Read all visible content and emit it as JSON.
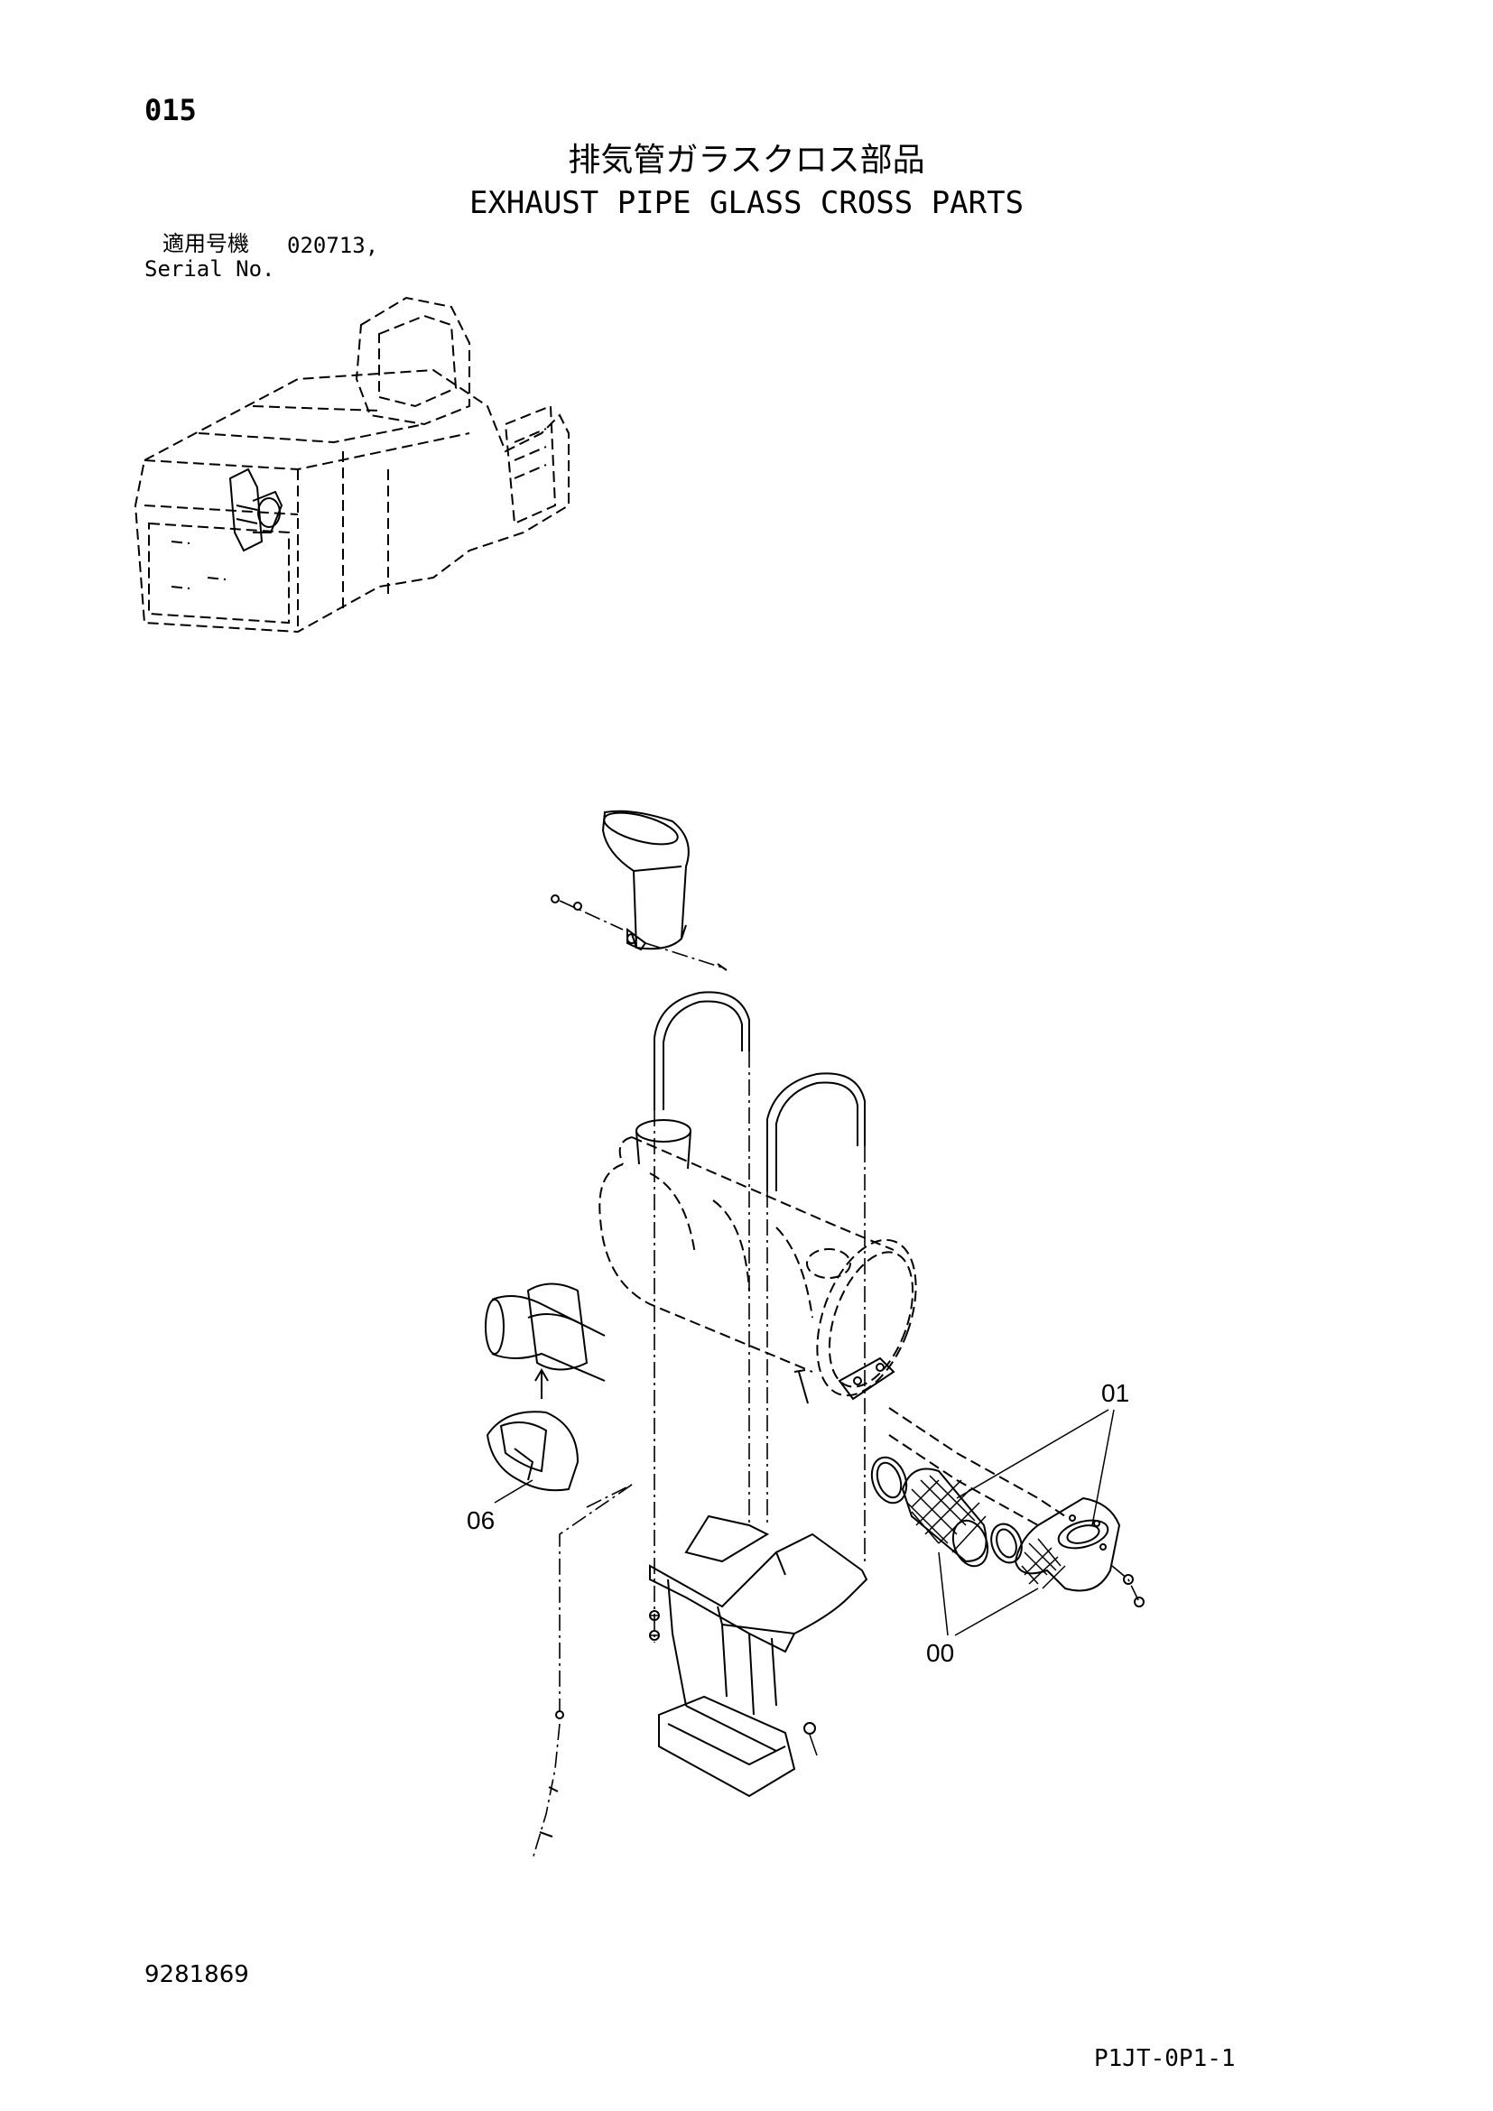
{
  "header": {
    "page_number": "015",
    "title_jp": "排気管ガラスクロス部品",
    "title_en": "EXHAUST PIPE GLASS CROSS PARTS",
    "serial_label_jp": "適用号機",
    "serial_value": "020713,",
    "serial_label_en": "Serial No."
  },
  "callouts": [
    "01",
    "06",
    "00"
  ],
  "footer": {
    "doc_number": "9281869",
    "sheet_code": "P1JT-0P1-1"
  }
}
